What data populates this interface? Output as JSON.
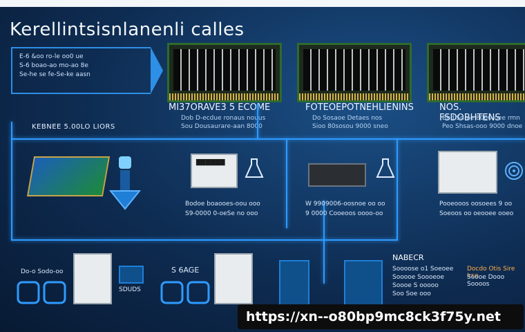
{
  "title": "Kerellintsisnlanenli calles",
  "arrow_lines": [
    "E-6 &oo ro-le oo0 ue",
    "S-6 boao-ao mo-ao 8e",
    "Se-he se fe-Se-ke aasn"
  ],
  "ram": [
    {
      "label": "MI37ORAVE3 5 ECOME",
      "sub": "Dob D-ecdue ronaus nouus",
      "sub2": "Sou Dousaurare-aan 8000"
    },
    {
      "label": "FOTEOEPOTNEHLIENINS",
      "sub": "Do Sosaoe Detaes nos",
      "sub2": "Sioo 80sosou 9000 sneo"
    },
    {
      "label": "NOS. FSDOBHTENS",
      "sub": "Bhd Sd-ee 8000-oee rmn",
      "sub2": "Peo Shsas-ooo 9000 dnoe"
    }
  ],
  "section_label": "KEBNEE 5.00LO LIORS",
  "captions": [
    {
      "text": "Bodoe boaooes-oou ooo"
    },
    {
      "text": "S9-0000 0-oeSe no ooo"
    },
    {
      "text": "W 9909006-oosnoe oo oo"
    },
    {
      "text": "9 0000 Cooeoos oooo-oo"
    },
    {
      "text": "Pooeooos oosoees 9 oo"
    },
    {
      "text": "Soeoos oo oeooee ooeo"
    }
  ],
  "bottom": {
    "left_caption": "Do-o Sodo-oo",
    "left_caption2": "SDUDS",
    "mid_caption": "S 6AGE",
    "right_title": "NABECR",
    "right_lines": [
      "Soooose o1 Soeoee",
      "Sooooe Soooeoe",
      "Soooe S ooooo",
      "Soo Soe ooo"
    ],
    "orange_lines": [
      "Docdo Otis Sire Irce",
      "Soooe Dooo Soooos"
    ]
  },
  "footer_url": "https://xn--o80bp9mc8ck3f75y.net",
  "colors": {
    "accent": "#2f9bff",
    "footer_bg": "#0d0d0d"
  }
}
